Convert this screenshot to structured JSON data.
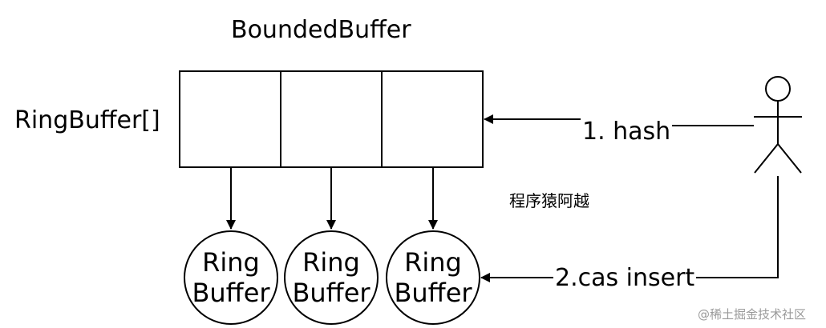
{
  "diagram": {
    "title": "BoundedBuffer",
    "array_label": "RingBuffer[]",
    "slots": 3,
    "ring_buffers": [
      {
        "line1": "Ring",
        "line2": "Buffer"
      },
      {
        "line1": "Ring",
        "line2": "Buffer"
      },
      {
        "line1": "Ring",
        "line2": "Buffer"
      }
    ],
    "step1_label": "1. hash",
    "step2_label": "2.cas insert",
    "watermark_cn": "程序猿阿越",
    "watermark_site": "@稀土掘金技术社区"
  },
  "colors": {
    "stroke": "#000000",
    "background": "#ffffff",
    "watermark": "#9a9a9a"
  }
}
